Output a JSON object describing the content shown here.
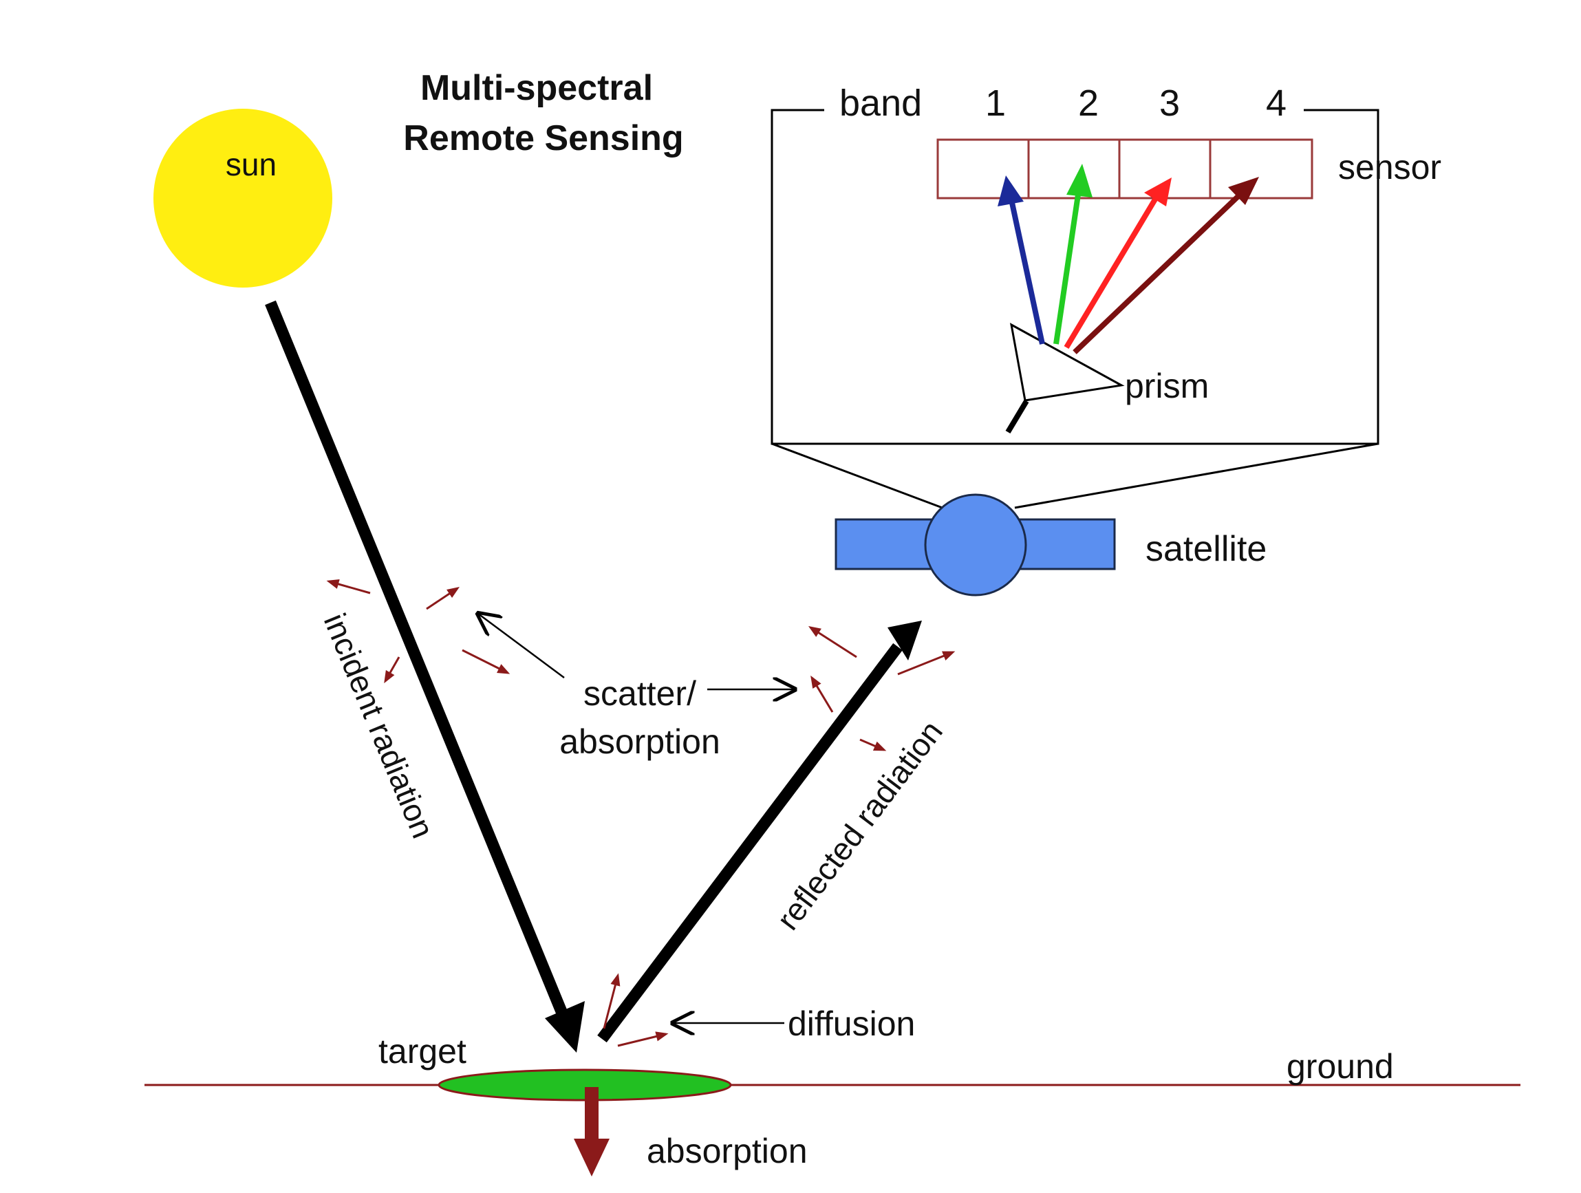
{
  "title": {
    "line1": "Multi-spectral",
    "line2": "Remote Sensing"
  },
  "labels": {
    "sun": "sun",
    "band": "band",
    "band_numbers": [
      "1",
      "2",
      "3",
      "4"
    ],
    "sensor": "sensor",
    "prism": "prism",
    "satellite": "satellite",
    "incident_radiation": "incident radiation",
    "reflected_radiation": "reflected radiation",
    "scatter": "scatter/",
    "absorption_atmo": "absorption",
    "diffusion": "diffusion",
    "target": "target",
    "ground": "ground",
    "absorption_ground": "absorption"
  },
  "colors": {
    "sun": "#ffee11",
    "satellite": "#5b8ff0",
    "target": "#22c022",
    "ground_line": "#8b1a1a",
    "scatter_arrows": "#8b1a1a",
    "band1": "#1b2a99",
    "band2": "#22cc22",
    "band3": "#ff2222",
    "band4": "#7a1010",
    "sensor_box": "#9a3a3a"
  }
}
